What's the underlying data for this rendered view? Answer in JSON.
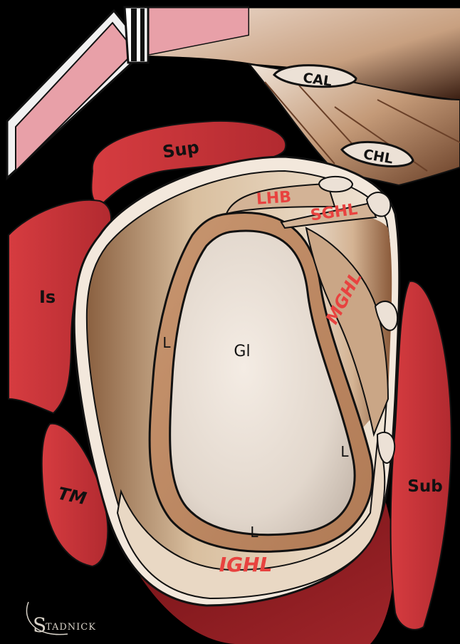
{
  "labels": {
    "cal": "CAL",
    "chl": "CHL",
    "sup": "Sup",
    "lhb": "LHB",
    "sghl": "SGHL",
    "is": "Is",
    "mghl": "MGHL",
    "gl": "Gl",
    "labrum_top_left": "L",
    "labrum_right": "L",
    "labrum_bottom": "L",
    "tm": "TM",
    "sub": "Sub",
    "ighl": "IGHL"
  },
  "signature": {
    "initial": "S",
    "rest": "TADNICK"
  },
  "colors": {
    "background": "#000000",
    "muscle_red": "#c4353a",
    "ligament_text": "#e8423f",
    "glenoid_surface": "#e6dcd2",
    "bone_pink": "#e8a0a8",
    "tissue_tan": "#d8b99a"
  }
}
